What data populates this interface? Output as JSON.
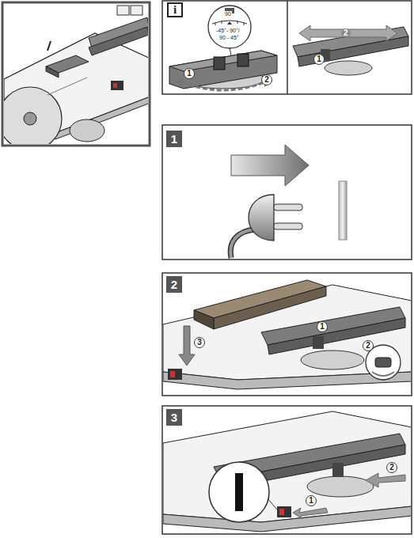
{
  "diagram": {
    "labels": [
      "i",
      "90",
      "-45°- 90°/",
      "90 - 45°",
      "1",
      "2",
      "2",
      "1",
      "1",
      "2",
      "1",
      "2",
      "3",
      "3",
      "2",
      "1"
    ]
  }
}
